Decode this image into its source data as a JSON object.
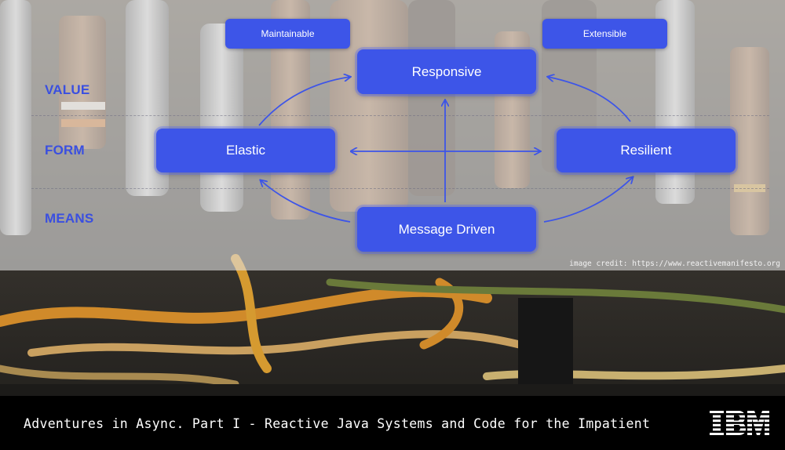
{
  "diagram": {
    "layers": [
      {
        "label": "VALUE"
      },
      {
        "label": "FORM"
      },
      {
        "label": "MEANS"
      }
    ],
    "boxes": {
      "maintainable": "Maintainable",
      "extensible": "Extensible",
      "responsive": "Responsive",
      "elastic": "Elastic",
      "resilient": "Resilient",
      "message_driven": "Message Driven"
    },
    "accent_color": "#3d55e8",
    "label_color": "#3a4fe0"
  },
  "image_credit": "image credit: https://www.reactivemanifesto.org",
  "footer": {
    "title": "Adventures in Async. Part I - Reactive Java Systems and Code for the Impatient",
    "logo": "IBM"
  }
}
